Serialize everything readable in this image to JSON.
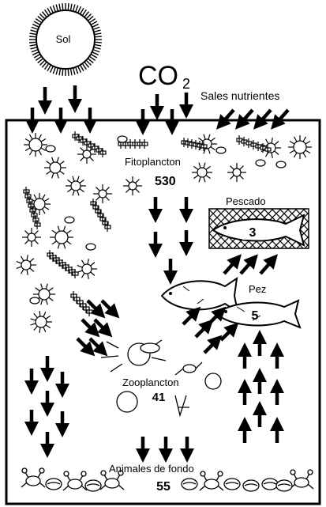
{
  "labels": {
    "sun": "Sol",
    "co2_base": "CO",
    "co2_sub": "2",
    "nutrients": "Sales nutrientes",
    "phytoplankton": "Fitoplancton",
    "phytoplankton_value": "530",
    "fishing": "Pescado",
    "fishing_value": "3",
    "fish": "Pez",
    "fish_value": "5",
    "zooplankton": "Zooplancton",
    "zooplankton_value": "41",
    "bottom_animals": "Animales de fondo",
    "bottom_animals_value": "55"
  },
  "colors": {
    "ink": "#000000",
    "paper": "#ffffff"
  }
}
